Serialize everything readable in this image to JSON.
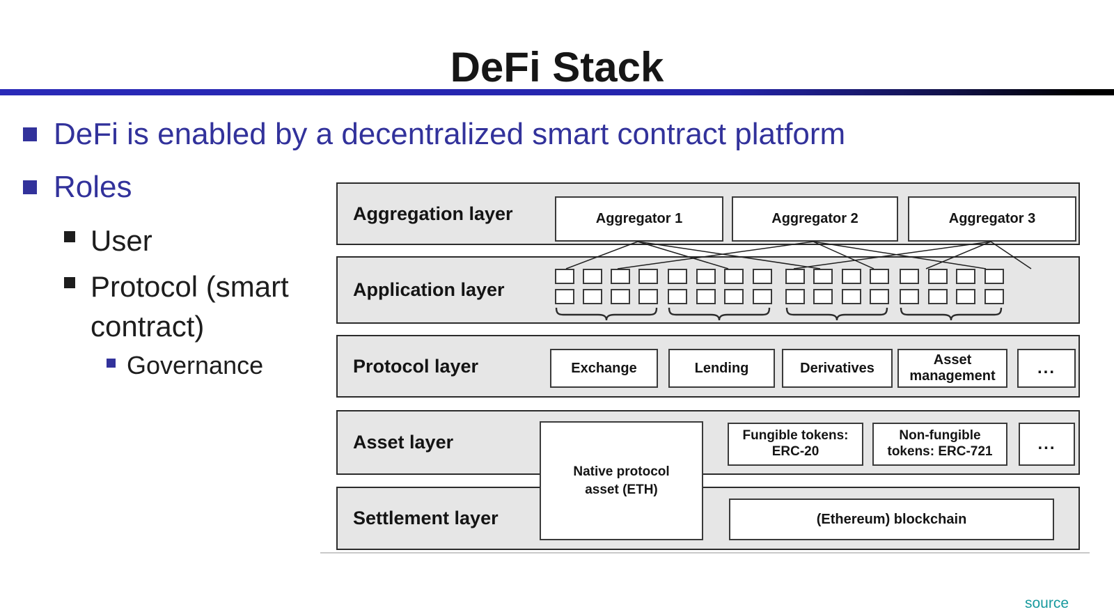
{
  "slide": {
    "title": "DeFi Stack",
    "source_label": "source"
  },
  "bullets": [
    {
      "level": 1,
      "label": "DeFi is enabled by a decentralized smart contract platform"
    },
    {
      "level": 1,
      "label": "Roles"
    },
    {
      "level": 2,
      "label": "User"
    },
    {
      "level": 2,
      "label": "Protocol (smart contract)"
    },
    {
      "level": 3,
      "label": "Governance"
    }
  ],
  "diagram": {
    "layers": [
      {
        "label": "Aggregation layer",
        "items": [
          "Aggregator 1",
          "Aggregator 2",
          "Aggregator 3"
        ]
      },
      {
        "label": "Application layer",
        "items": []
      },
      {
        "label": "Protocol layer",
        "items": [
          "Exchange",
          "Lending",
          "Derivatives",
          "Asset management",
          "..."
        ]
      },
      {
        "label": "Asset layer",
        "items": [
          "Fungible tokens: ERC-20",
          "Non-fungible tokens: ERC-721",
          "..."
        ]
      },
      {
        "label": "Settlement layer",
        "items": [
          "(Ethereum) blockchain"
        ]
      }
    ],
    "overlay_box": "Native protocol asset (ETH)"
  },
  "colors": {
    "accent_blue": "#32329b",
    "rule_navy": "#2424ac",
    "layer_fill": "#e6e6e6",
    "source_teal": "#189a9e"
  }
}
